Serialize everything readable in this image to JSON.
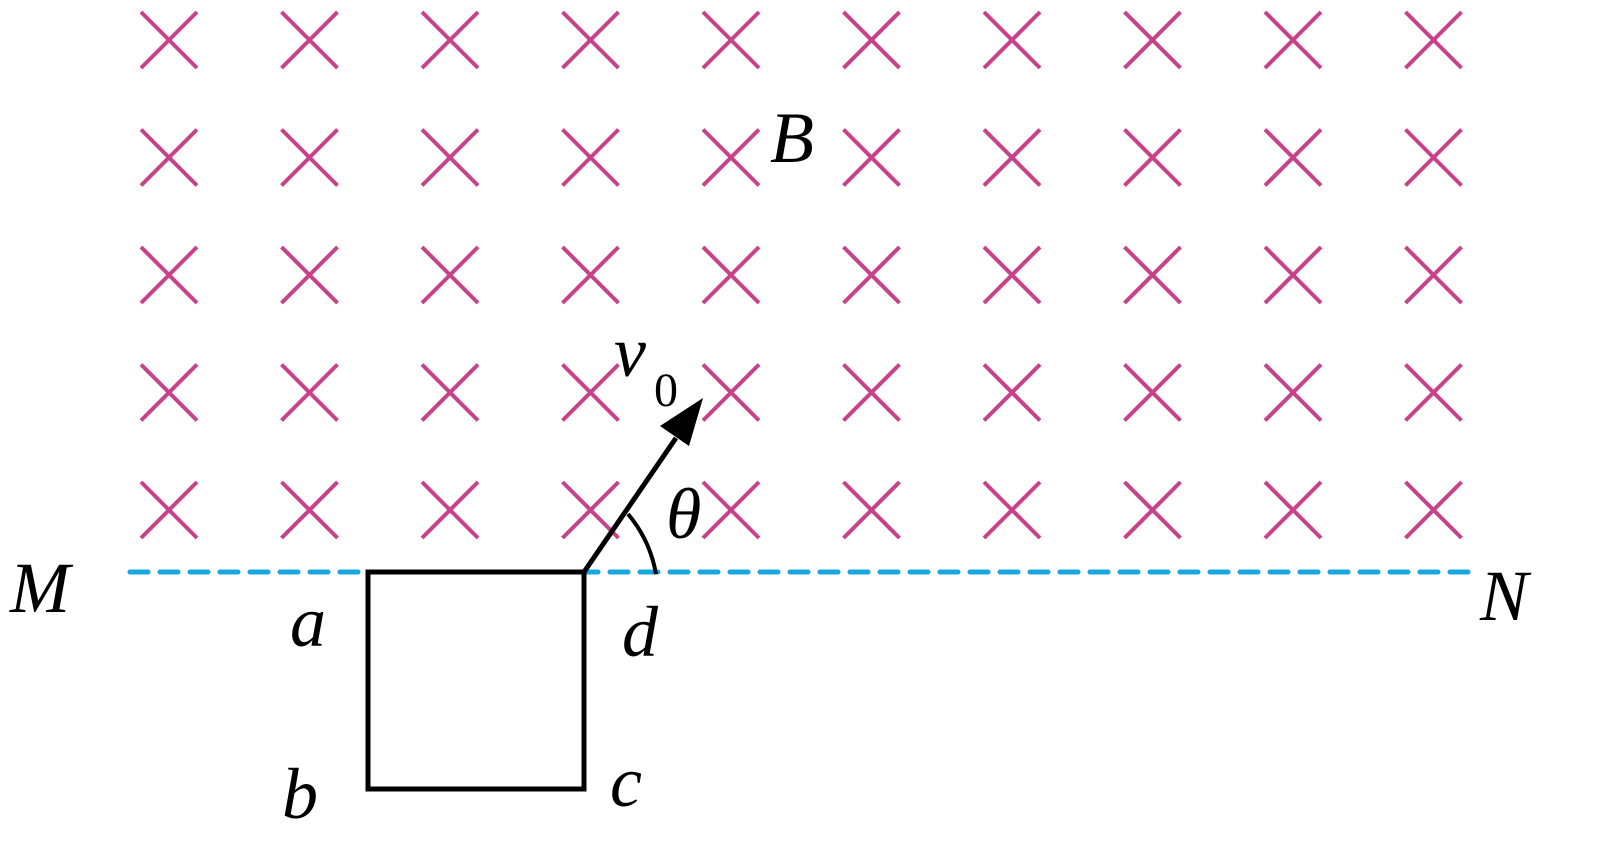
{
  "diagram": {
    "labels": {
      "field": "B",
      "velocity": "v",
      "velocity_subscript": "0",
      "angle": "θ",
      "boundary_left": "M",
      "boundary_right": "N",
      "corner_a": "a",
      "corner_b": "b",
      "corner_c": "c",
      "corner_d": "d"
    },
    "field_grid": {
      "rows": 5,
      "columns": 10,
      "symbol": "×",
      "meaning": "into page"
    },
    "colors": {
      "field_marks": "#c8428a",
      "boundary_line": "#1aa7df",
      "lines": "#000000"
    }
  }
}
